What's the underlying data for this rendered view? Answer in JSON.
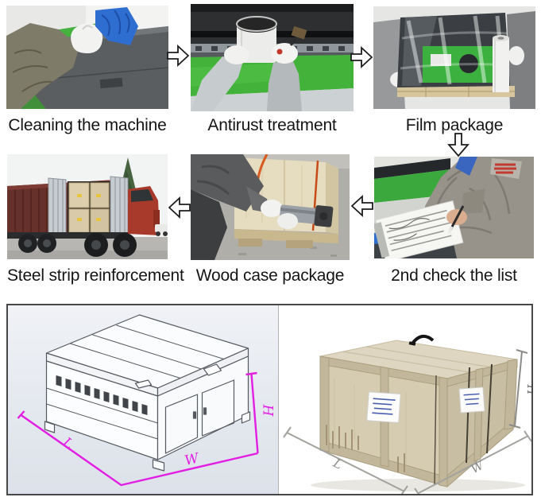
{
  "process": {
    "row1": [
      {
        "caption": "Cleaning the machine",
        "photo": "worker-wiping-machine-with-blue-cloth"
      },
      {
        "caption": "Antirust treatment",
        "photo": "gloved-hands-brushing-antirust-oil-on-rail"
      },
      {
        "caption": "Film package",
        "photo": "machine-wrapped-in-stretch-film-with-roll"
      }
    ],
    "row2": [
      {
        "caption": "Steel strip reinforcement",
        "photo": "container-truck-loaded-with-wooden-crates"
      },
      {
        "caption": "Wood case package",
        "photo": "worker-strapping-wooden-crate-with-tool"
      },
      {
        "caption": "2nd check the list",
        "photo": "worker-writing-on-checklist-clipboard"
      }
    ]
  },
  "dimensions": {
    "drawing": {
      "l": "L",
      "w": "W",
      "h": "H"
    },
    "crate_photo": {
      "l": "L",
      "w": "W",
      "h": "H"
    }
  },
  "icons": {
    "arrow_right": "block-arrow-right",
    "arrow_left": "block-arrow-left",
    "arrow_down": "block-arrow-down"
  },
  "colors": {
    "dimension_magenta": "#e31ee3",
    "dimension_gray": "#8f8f8b",
    "machine_green": "#3fae3f",
    "panel_border": "#474747",
    "caption_text": "#151515"
  }
}
